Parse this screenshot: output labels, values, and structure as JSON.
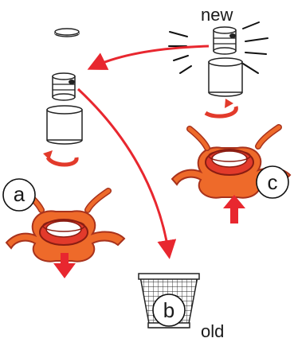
{
  "labels": {
    "new": "new",
    "old": "old",
    "step_a": "a",
    "step_b": "b",
    "step_c": "c"
  },
  "colors": {
    "arrow_red": "#e8272f",
    "holder_orange": "#ee6a2a",
    "holder_dark": "#a8321c",
    "ring_red": "#e23a2b",
    "outline": "#222222"
  },
  "icons": {
    "filter_cap": "cap-icon",
    "filter_cartridge": "cylinder-icon",
    "holder": "holder-icon",
    "basket": "waste-basket-icon",
    "rotate": "rotate-arrow-icon"
  }
}
